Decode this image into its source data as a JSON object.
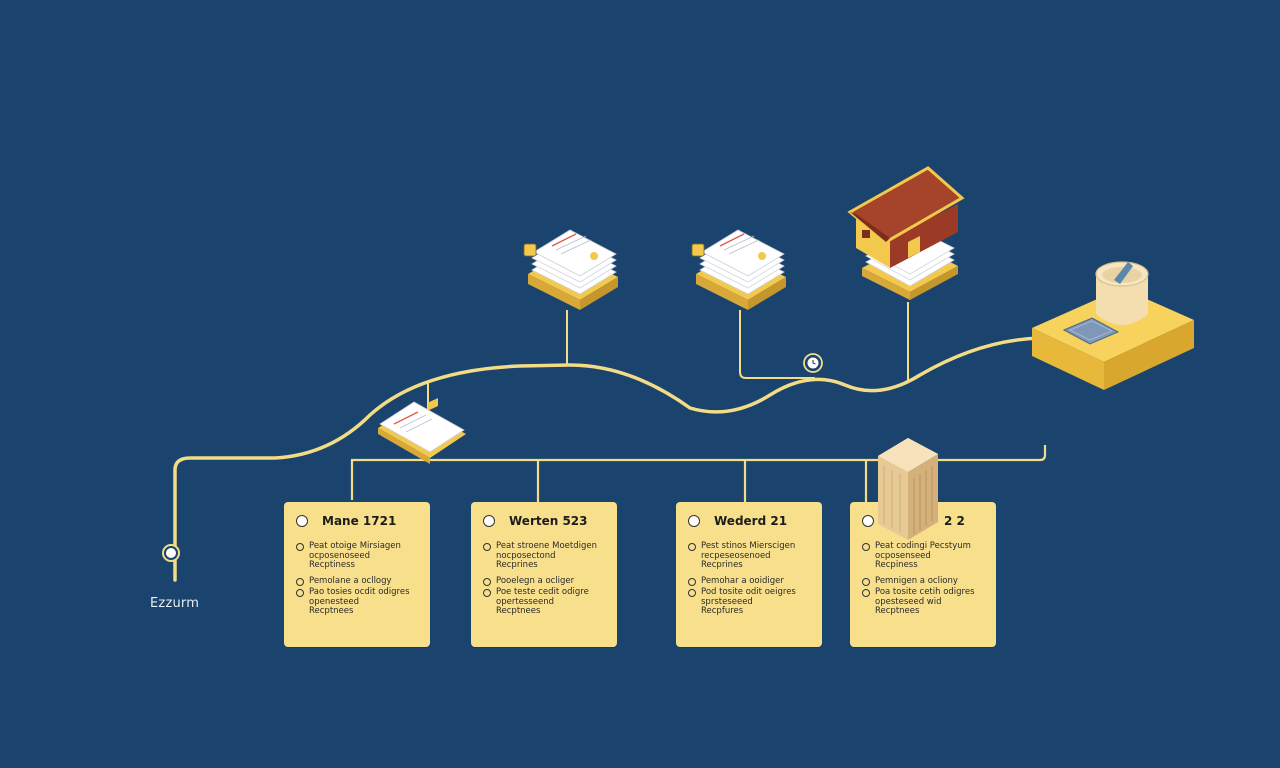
{
  "origin": {
    "label": "Ezzurm"
  },
  "colors": {
    "background": "#1a436d",
    "path": "#f3dc86",
    "card": "#f8df8c",
    "document_base": "#f2c94c",
    "building_roof": "#a5432b"
  },
  "icons": [
    "document-stack-icon",
    "document-stack-icon",
    "house-icon",
    "desk-pen-holder-icon",
    "single-document-icon",
    "building-column-icon",
    "clock-icon"
  ],
  "cards": [
    {
      "title": "Mane 1721",
      "item1": "Peat otoige Mirsiagen\nocposenoseed\nRecptiness",
      "item2": "Pemolane a ocllogy",
      "item3": "Pao tosies ocdit odigres\nopenesteed\nRecptnees"
    },
    {
      "title": "Werten 523",
      "item1": "Peat stroene Moetdigen\nnocposectond\nRecprines",
      "item2": "Pooelegn a ocliger",
      "item3": "Poe teste cedit odigre\nopertesseend\nRecptnees"
    },
    {
      "title": "Wederd 21",
      "item1": "Pest stinos Mierscigen\nrecpeseosenoed\nRecprines",
      "item2": "Pemohar a ooidiger",
      "item3": "Pod tosite odit oeigres\nsprsteseeed\nRecpfures"
    },
    {
      "title": "2 2",
      "item1": "Peat codingi Pecstyum\nocposenseed\nRecpiness",
      "item2": "Pemnigen a ocliony",
      "item3": "Poa tosite cetih odigres\nopesteseed wid\nRecptnees"
    }
  ]
}
